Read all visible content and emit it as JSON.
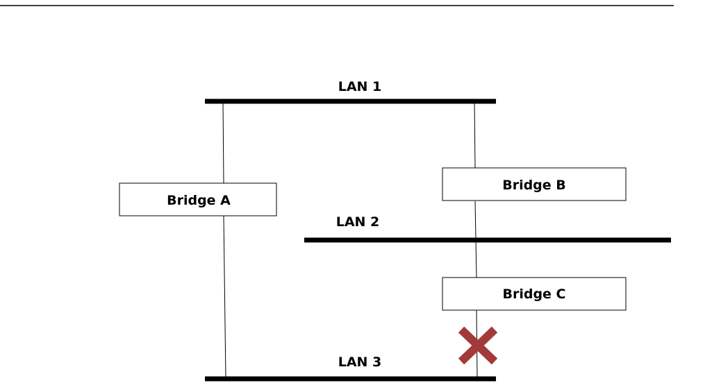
{
  "lans": {
    "lan1": "LAN 1",
    "lan2": "LAN 2",
    "lan3": "LAN 3"
  },
  "bridges": {
    "a": "Bridge A",
    "b": "Bridge B",
    "c": "Bridge C"
  },
  "blocked_link": {
    "icon": "blocked-x-icon",
    "color": "#a33a3a",
    "between": [
      "Bridge C",
      "LAN 3"
    ]
  },
  "colors": {
    "line": "#000000",
    "box_border": "#000000",
    "box_fill": "#ffffff"
  }
}
